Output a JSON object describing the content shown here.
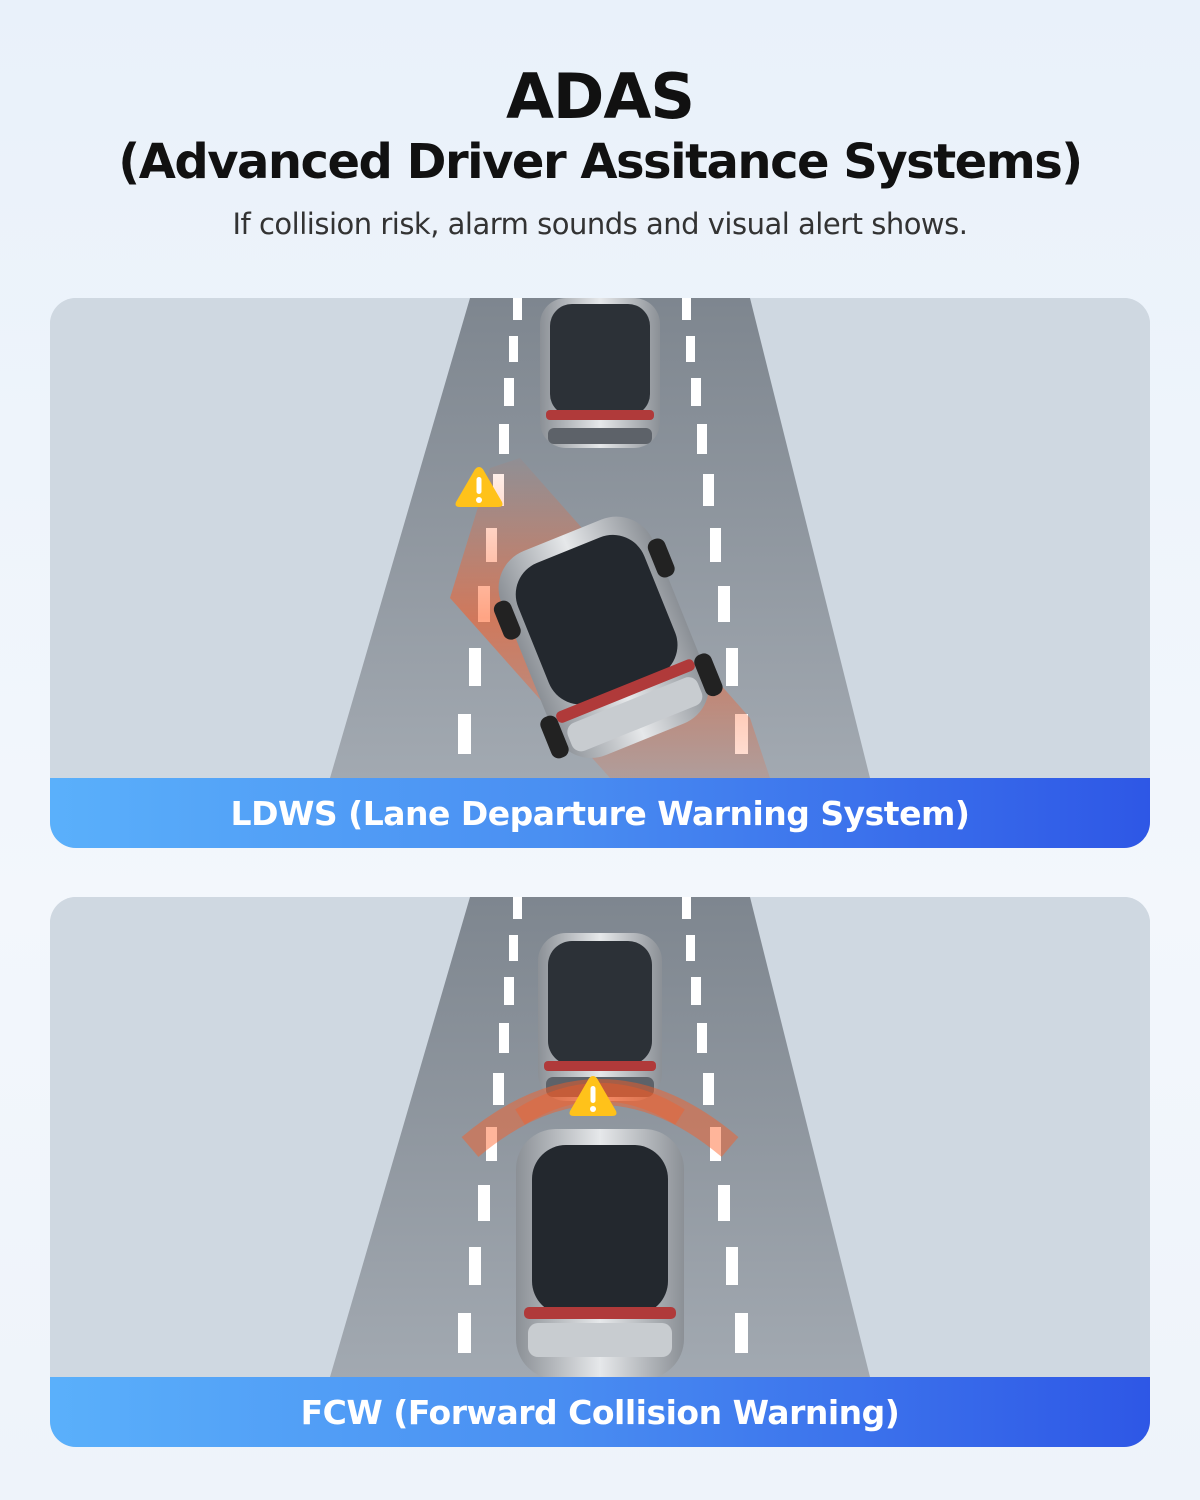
{
  "header": {
    "title": "ADAS",
    "subtitle": "(Advanced Driver Assitance Systems)",
    "tagline": "If collision risk, alarm sounds and visual alert shows."
  },
  "panels": [
    {
      "label": "LDWS (Lane Departure Warning System)"
    },
    {
      "label": "FCW (Forward Collision Warning)"
    }
  ],
  "colors": {
    "road": "#9aa2ab",
    "ground": "#cfd8e1",
    "lane_marking": "#ffffff",
    "warning_yellow": "#ffc21a",
    "alert_orange": "#ff5a1f",
    "banner_start": "#5ab0fb",
    "banner_end": "#2e57e6"
  },
  "icons": [
    "warning-icon",
    "car-icon"
  ]
}
